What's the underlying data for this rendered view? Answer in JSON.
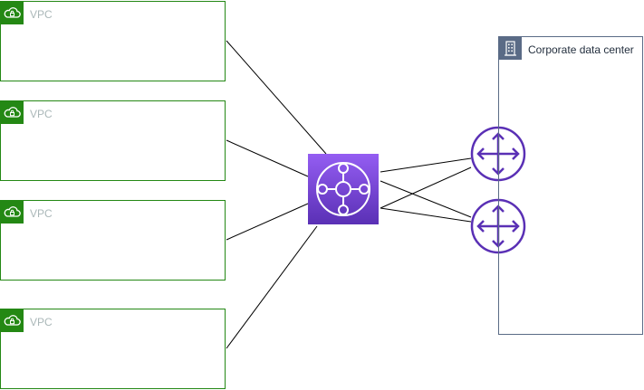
{
  "vpcs": [
    {
      "label": "VPC"
    },
    {
      "label": "VPC"
    },
    {
      "label": "VPC"
    },
    {
      "label": "VPC"
    }
  ],
  "datacenter": {
    "label": "Corporate data center",
    "icon": "office-building-icon"
  },
  "transit_gateway": {
    "icon": "transit-gateway-icon"
  },
  "routers": [
    {
      "icon": "router-icon"
    },
    {
      "icon": "router-icon"
    }
  ],
  "colors": {
    "vpc_green": "#248814",
    "vpc_label": "#aab7b8",
    "datacenter_border": "#5a6b86",
    "tgw_top": "#945df2",
    "tgw_bottom": "#5a30b5",
    "router": "#5a30b5",
    "connector": "#000000"
  }
}
